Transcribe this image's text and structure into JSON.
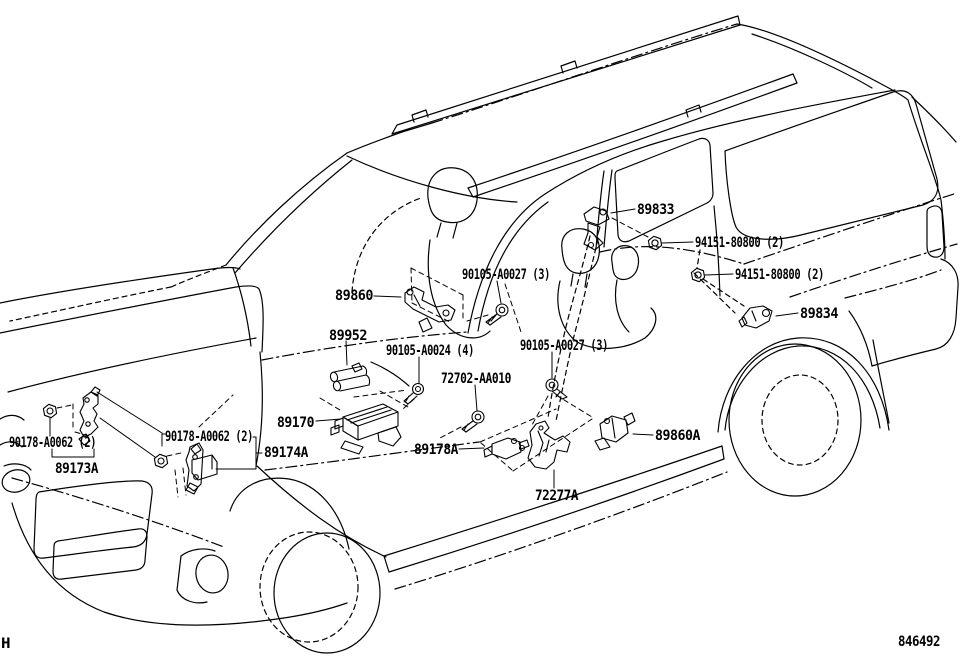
{
  "diagram": {
    "type": "vehicle-parts-diagram",
    "subject": "SUV side view with airbag sensor components",
    "colors": {
      "line": "#000000",
      "background": "#ffffff"
    },
    "footer": {
      "left_code": "H",
      "drawing_number": "846492"
    }
  },
  "labels": [
    {
      "text": "89833"
    },
    {
      "text": "94151-80800 (2)"
    },
    {
      "text": "94151-80800 (2)"
    },
    {
      "text": "89834"
    },
    {
      "text": "90105-A0027 (3)"
    },
    {
      "text": "89860"
    },
    {
      "text": "89952"
    },
    {
      "text": "90105-A0024 (4)"
    },
    {
      "text": "90105-A0027 (3)"
    },
    {
      "text": "72702-AA010"
    },
    {
      "text": "89170"
    },
    {
      "text": "90178-A0062 (2)"
    },
    {
      "text": "89173A"
    },
    {
      "text": "90178-A0062 (2)"
    },
    {
      "text": "89174A"
    },
    {
      "text": "89178A"
    },
    {
      "text": "72277A"
    },
    {
      "text": "89860A"
    }
  ]
}
